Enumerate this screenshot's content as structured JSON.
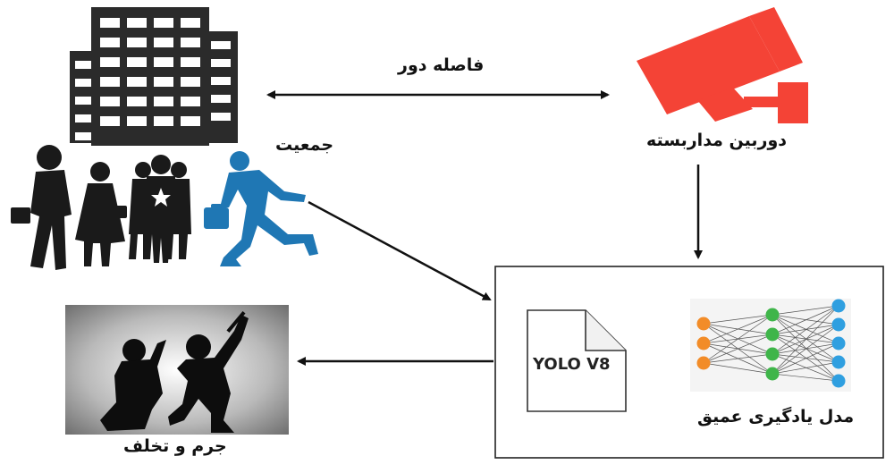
{
  "labels": {
    "distance": "فاصله دور",
    "cctv": "دوربین مداربسته",
    "crowd": "جمعیت",
    "model": "مدل یادگیری عمیق",
    "yolo": "YOLO V8",
    "crime": "جرم و تخلف"
  },
  "colors": {
    "camera": "#f44336",
    "running_man": "#1f77b4",
    "building": "#2b2b2b",
    "input_node": "#f28c28",
    "hidden_node": "#3fb54a",
    "output_node": "#2f9fe0"
  },
  "icons": {
    "building": "building-icon",
    "crowd": "people-icon",
    "running_man": "running-man-icon",
    "camera": "cctv-camera-icon",
    "document": "document-icon",
    "neural_net": "neural-network-icon",
    "crime_scene": "fight-silhouette-icon"
  }
}
